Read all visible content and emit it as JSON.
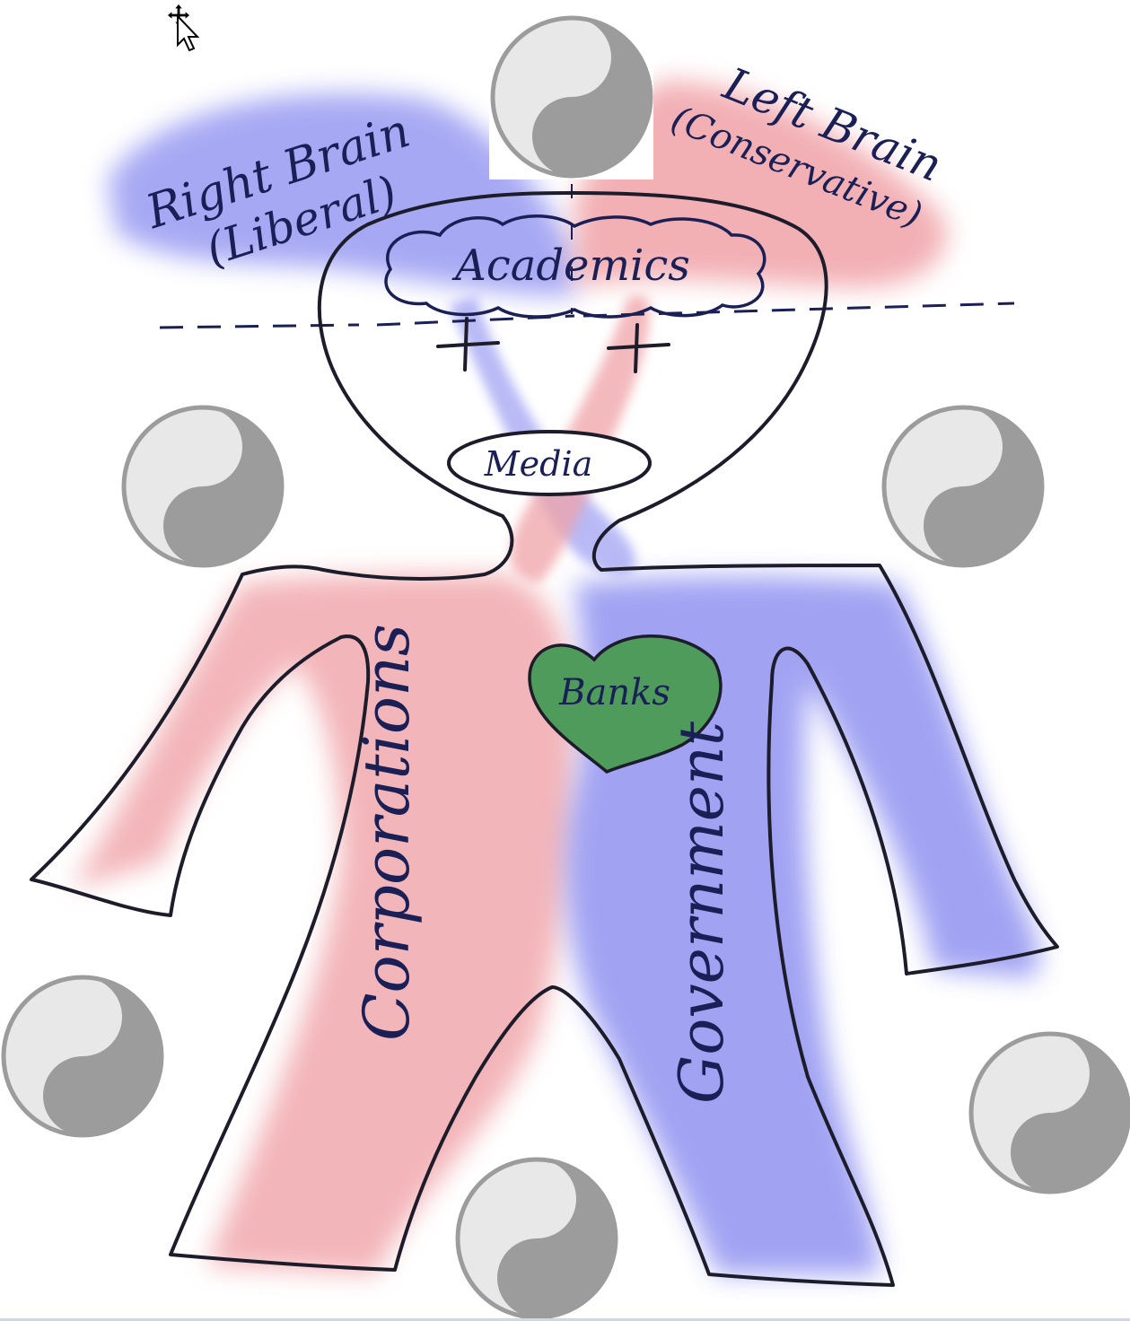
{
  "labels": {
    "right_brain": "Right Brain",
    "right_brain_sub": "(Liberal)",
    "left_brain": "Left Brain",
    "left_brain_sub": "(Conservative)",
    "academics": "Academics",
    "media": "Media",
    "banks": "Banks",
    "corporations": "Corporations",
    "government": "Government"
  },
  "colors": {
    "liberal": "#8a8cf0",
    "conservative": "#f0a3a8",
    "banks": "#4e9b5c",
    "ink": "#1a1f55",
    "yin_yang_light": "#e8e8e8",
    "yin_yang_dark": "#9c9c9c"
  },
  "icons": {
    "cursor": "move-cursor-icon",
    "symbol": "yin-yang-icon"
  }
}
